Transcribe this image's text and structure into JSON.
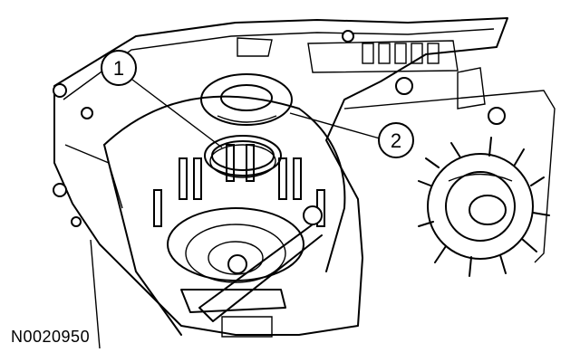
{
  "figure_id": "N0020950",
  "callouts": [
    {
      "label": "1"
    },
    {
      "label": "2"
    }
  ],
  "colors": {
    "ink": "#000000",
    "paper": "#ffffff"
  }
}
